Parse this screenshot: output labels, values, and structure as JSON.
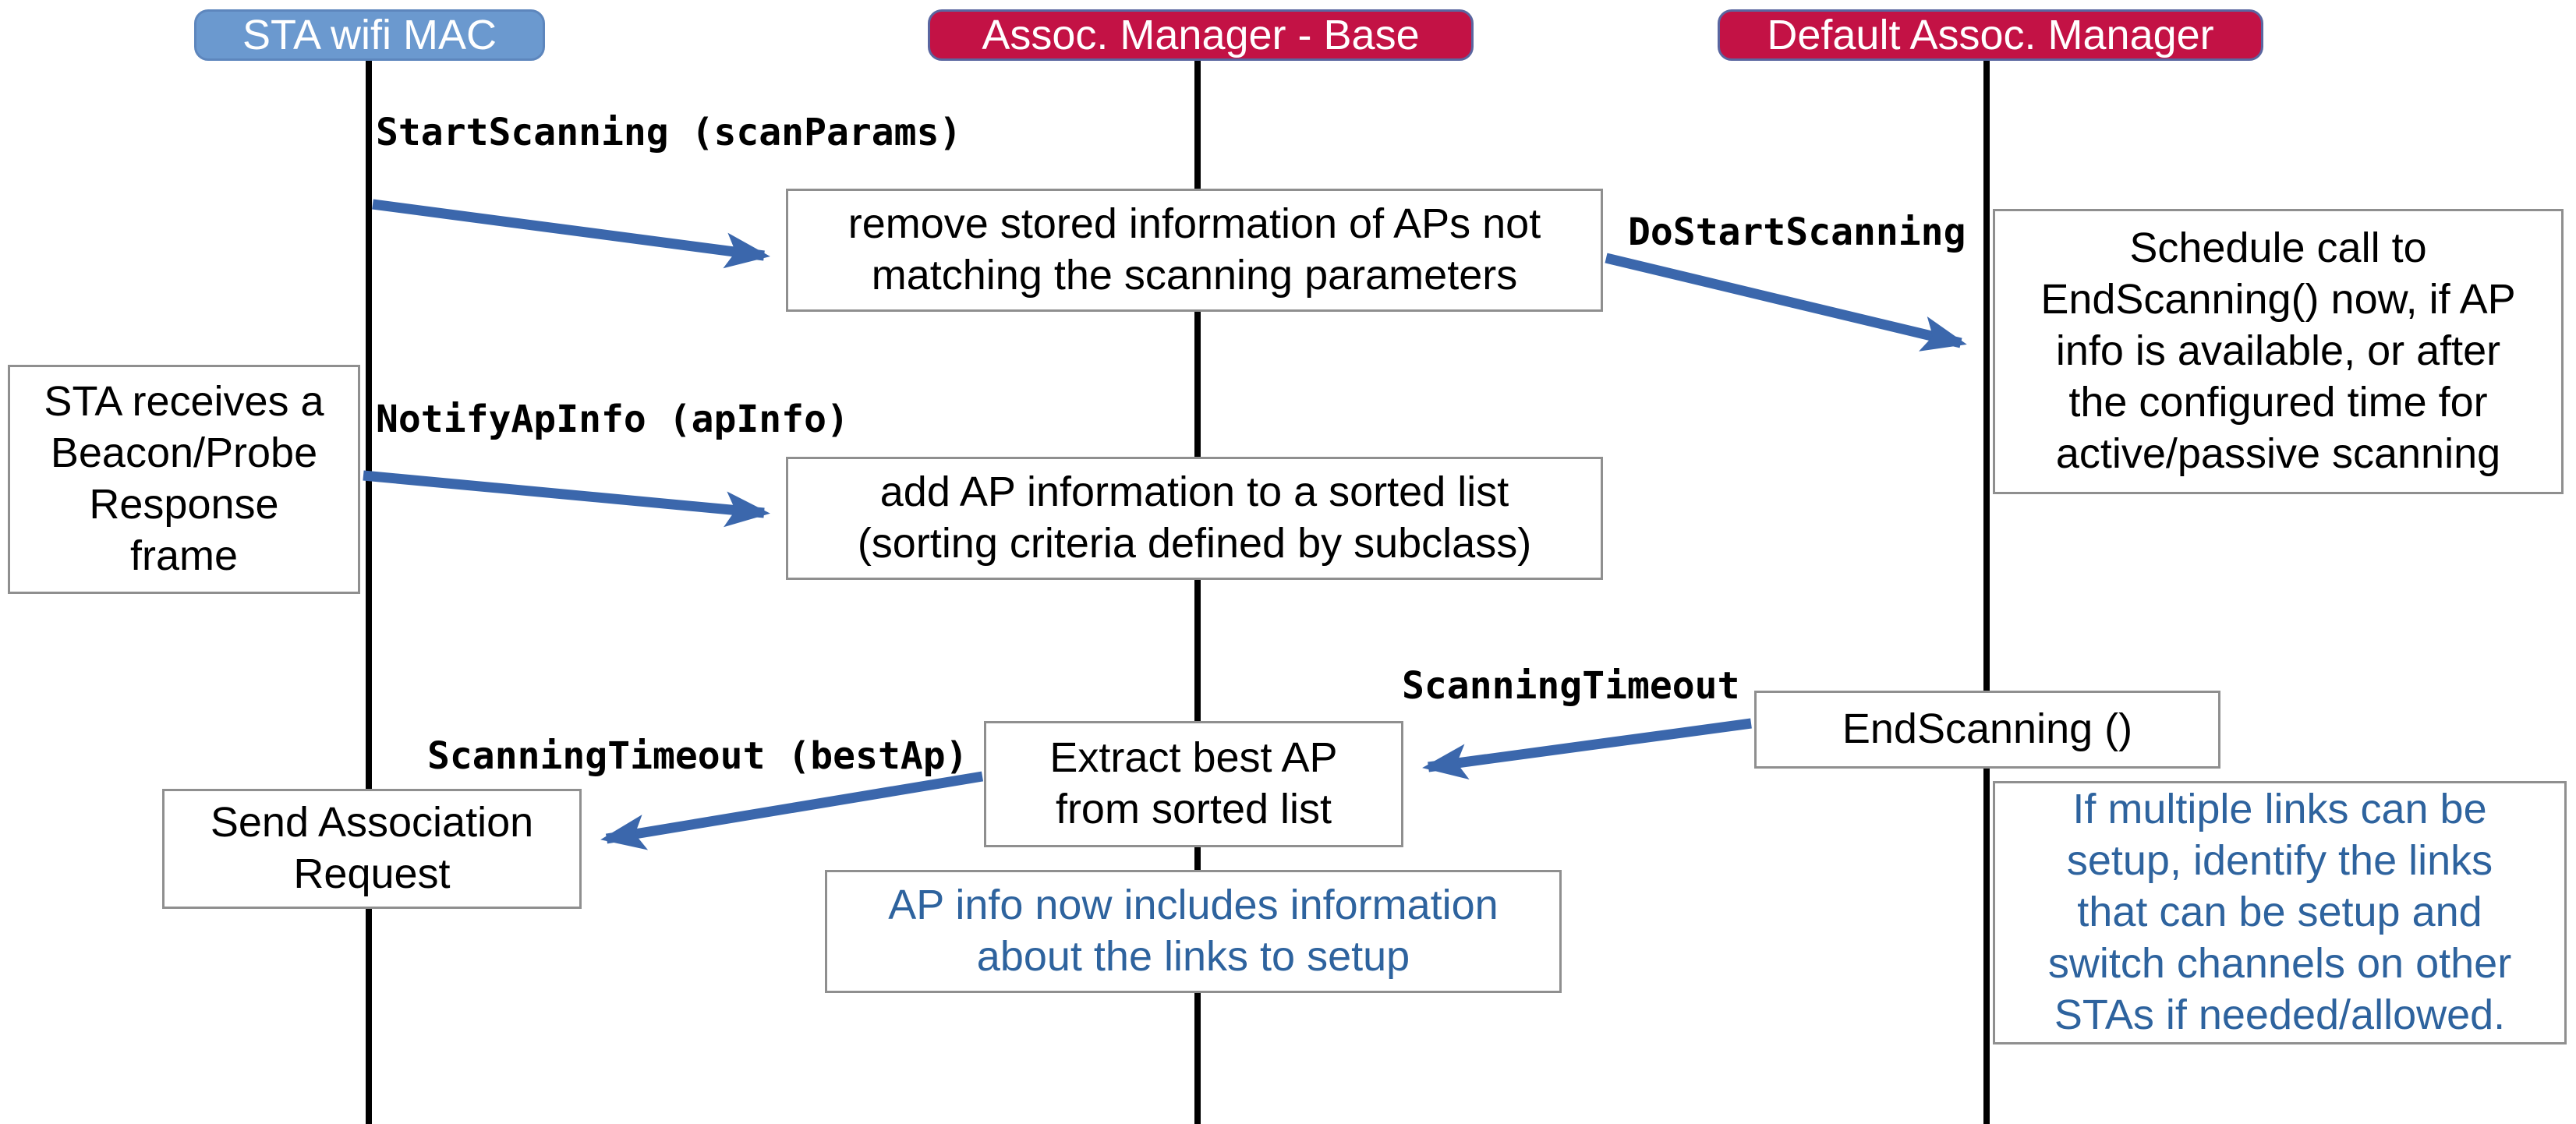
{
  "actors": [
    {
      "label": "STA wifi MAC"
    },
    {
      "label": "Assoc. Manager - Base"
    },
    {
      "label": "Default Assoc. Manager"
    }
  ],
  "messages": {
    "start_scanning": {
      "label": "StartScanning (scanParams)"
    },
    "notify_ap_info": {
      "label": "NotifyApInfo (apInfo)"
    },
    "do_start_scanning": {
      "label": "DoStartScanning"
    },
    "scanning_timeout": {
      "label": "ScanningTimeout"
    },
    "scanning_timeout_best_ap": {
      "label": "ScanningTimeout (bestAp)"
    }
  },
  "boxes": {
    "remove": {
      "text": "remove stored information of APs not\nmatching the scanning parameters"
    },
    "schedule": {
      "text": "Schedule call to\nEndScanning() now, if AP\ninfo is available, or after\nthe configured time for\nactive/passive scanning"
    },
    "sta_receives": {
      "text": "STA receives a\nBeacon/Probe\nResponse\nframe"
    },
    "add_ap": {
      "text": "add AP information to a sorted list\n(sorting criteria defined by subclass)"
    },
    "end_scanning": {
      "text": "EndScanning ()"
    },
    "extract": {
      "text": "Extract best AP\nfrom sorted list"
    },
    "send": {
      "text": "Send Association\nRequest"
    }
  },
  "notes": {
    "links_setup": {
      "text": "AP info now includes information\nabout the links to setup"
    },
    "multi_link": {
      "text": "If multiple links can be\nsetup, identify the links\nthat can be setup and\nswitch channels on other\nSTAs if needed/allowed."
    }
  },
  "colors": {
    "actor_blue": "#6b99cf",
    "actor_red": "#c31245",
    "arrow_blue": "#3b67ac",
    "note_text_blue": "#2e639e",
    "lifeline_black": "#000000",
    "box_border_gray": "#8f8f8f"
  }
}
